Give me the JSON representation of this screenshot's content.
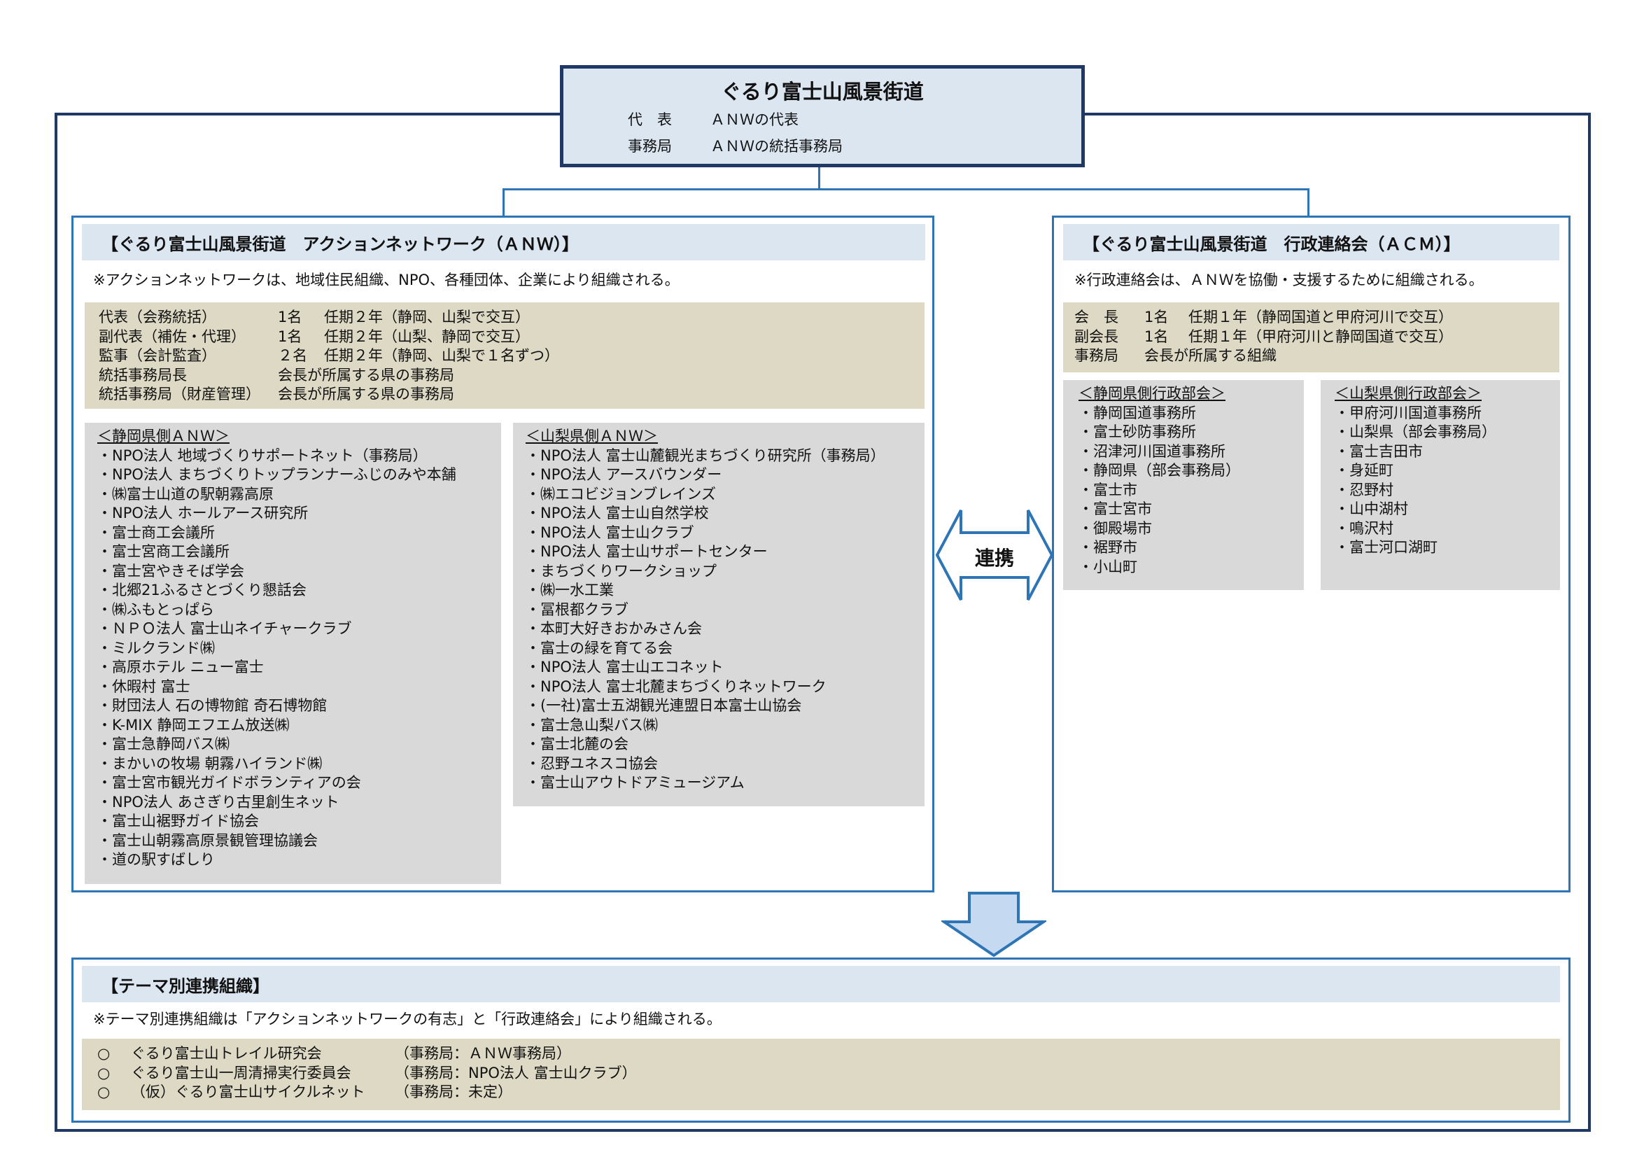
{
  "top": {
    "title": "ぐるり富士山風景街道",
    "rows": [
      {
        "label": "代　表",
        "value": "ＡＮＷの代表"
      },
      {
        "label": "事務局",
        "value": "ＡＮＷの統括事務局"
      }
    ]
  },
  "anw": {
    "header": "【ぐるり富士山風景街道　アクションネットワーク（ＡＮＷ）】",
    "note": "※アクションネットワークは、地域住民組織、NPO、各種団体、企業により組織される。",
    "officers": [
      {
        "role": "代表（会務統括）",
        "count": "1名",
        "term": "任期２年（静岡、山梨で交互）"
      },
      {
        "role": "副代表（補佐・代理）",
        "count": "1名",
        "term": "任期２年（山梨、静岡で交互）"
      },
      {
        "role": "監事（会計監査）",
        "count": "２名",
        "term": "任期２年（静岡、山梨で１名ずつ）"
      },
      {
        "role": "統括事務局長",
        "count": "",
        "term": "会長が所属する県の事務局"
      },
      {
        "role": "統括事務局（財産管理）",
        "count": "",
        "term": "会長が所属する県の事務局"
      }
    ],
    "shizuoka": {
      "title": "＜静岡県側ＡＮＷ＞",
      "items": [
        "・NPO法人 地域づくりサポートネット（事務局）",
        "・NPO法人 まちづくりトップランナーふじのみや本舗",
        "・㈱富士山道の駅朝霧高原",
        "・NPO法人 ホールアース研究所",
        "・富士商工会議所",
        "・富士宮商工会議所",
        "・富士宮やきそば学会",
        "・北郷21ふるさとづくり懇話会",
        "・㈱ふもとっぱら",
        "・ＮＰＯ法人 富士山ネイチャークラブ",
        "・ミルクランド㈱",
        "・高原ホテル ニュー富士",
        "・休暇村 富士",
        "・財団法人 石の博物館 奇石博物館",
        "・K-MIX 静岡エフエム放送㈱",
        "・富士急静岡バス㈱",
        "・まかいの牧場 朝霧ハイランド㈱",
        "・富士宮市観光ガイドボランティアの会",
        "・NPO法人 あさぎり古里創生ネット",
        "・富士山裾野ガイド協会",
        "・富士山朝霧高原景観管理協議会",
        "・道の駅すばしり"
      ]
    },
    "yamanashi": {
      "title": "＜山梨県側ＡＮＷ＞",
      "items": [
        "・NPO法人 富士山麓観光まちづくり研究所（事務局）",
        "・NPO法人 アースバウンダー",
        "・㈱エコビジョンブレインズ",
        "・NPO法人 富士山自然学校",
        "・NPO法人 富士山クラブ",
        "・NPO法人 富士山サポートセンター",
        "・まちづくりワークショップ",
        "・㈱一水工業",
        "・冨根都クラブ",
        "・本町大好きおかみさん会",
        "・富士の緑を育てる会",
        "・NPO法人 富士山エコネット",
        "・NPO法人 富士北麓まちづくりネットワーク",
        "・(一社)富士五湖観光連盟日本富士山協会",
        "・富士急山梨バス㈱",
        "・富士北麓の会",
        "・忍野ユネスコ協会",
        "・富士山アウトドアミュージアム"
      ]
    }
  },
  "link_label": "連携",
  "acm": {
    "header": "【ぐるり富士山風景街道　行政連絡会（ＡＣＭ）】",
    "note": "※行政連絡会は、ＡＮＷを協働・支援するために組織される。",
    "officers": [
      {
        "role": "会　長",
        "count": "1名",
        "term": "任期１年（静岡国道と甲府河川で交互）"
      },
      {
        "role": "副会長",
        "count": "1名",
        "term": "任期１年（甲府河川と静岡国道で交互）"
      },
      {
        "role": "事務局",
        "count": "",
        "term": "会長が所属する組織"
      }
    ],
    "shizuoka": {
      "title": "＜静岡県側行政部会＞",
      "items": [
        "・静岡国道事務所",
        "・富士砂防事務所",
        "・沼津河川国道事務所",
        "・静岡県（部会事務局）",
        "・富士市",
        "・富士宮市",
        "・御殿場市",
        "・裾野市",
        "・小山町"
      ]
    },
    "yamanashi": {
      "title": "＜山梨県側行政部会＞",
      "items": [
        "・甲府河川国道事務所",
        "・山梨県（部会事務局）",
        "・富士吉田市",
        "・身延町",
        "・忍野村",
        "・山中湖村",
        "・鳴沢村",
        "・富士河口湖町"
      ]
    }
  },
  "theme": {
    "header": "【テーマ別連携組織】",
    "note": "※テーマ別連携組織は「アクションネットワークの有志」と「行政連絡会」により組織される。",
    "items": [
      {
        "mark": "○",
        "name": "ぐるり富士山トレイル研究会",
        "office": "（事務局：ＡＮＷ事務局）"
      },
      {
        "mark": "○",
        "name": "ぐるり富士山一周清掃実行委員会",
        "office": "（事務局：NPO法人 富士山クラブ）"
      },
      {
        "mark": "○",
        "name": "（仮）ぐるり富士山サイクルネット",
        "office": "（事務局：未定）"
      }
    ]
  },
  "colors": {
    "navy": "#1f3864",
    "blue": "#2e75b6",
    "light_blue": "#dce6f1",
    "beige": "#ddd9c4",
    "gray": "#d9d9d9"
  }
}
